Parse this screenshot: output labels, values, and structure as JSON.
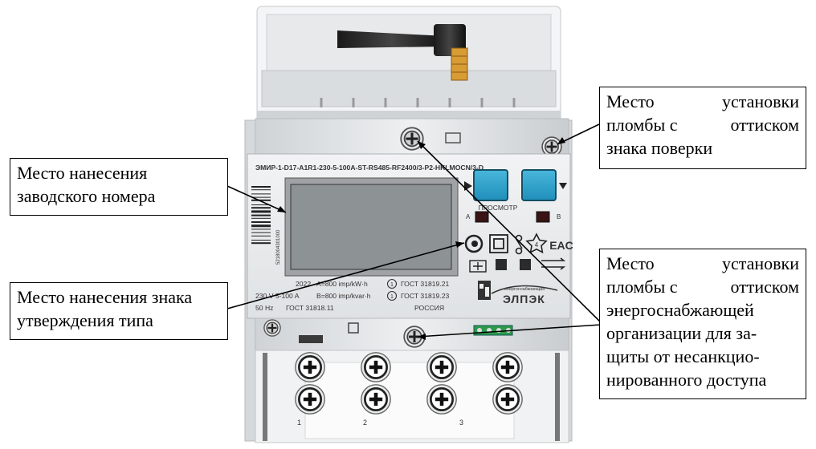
{
  "callouts": {
    "factory_number": {
      "line1": "Место нанесения",
      "line2": "заводского номера"
    },
    "type_approval": {
      "line1": "Место нанесения знака",
      "line2": "утверждения типа"
    },
    "verification_seal": {
      "line1a": "Место",
      "line1b": "установки",
      "line2a": "пломбы с",
      "line2b": "оттиском",
      "line3": "знака поверки"
    },
    "energy_seal": {
      "line1a": "Место",
      "line1b": "установки",
      "line2a": "пломбы с",
      "line2b": "оттиском",
      "line3": "энергоснабжающей",
      "line4": "организации для за-",
      "line5": "щиты от несанкцио-",
      "line6": "нированного доступа"
    }
  },
  "meter": {
    "model": "ЭМИР-1-D17-A1R1-230-5-100А-ST-RS485-RF2400/3-P2-HKLMOCN/3-D",
    "view_label": "ПРОСМОТР",
    "led_a": "А",
    "led_b": "В",
    "year": "2022",
    "const_a": "A=800 imp/kW·h",
    "const_b": "B=800 imp/kvar·h",
    "voltage": "230  V  5-100  A",
    "freq": "50  Hz",
    "gost_main": "ГОСТ 31818.11",
    "gost1": "ГОСТ 31819.21",
    "gost2": "ГОСТ 31819.23",
    "country": "РОССИЯ",
    "brand": "ЭЛПЭК",
    "brand_sub": "энергоснабжающая",
    "eac": "EAC",
    "serial_vertical": "5218004301000",
    "terminals": [
      "1",
      "2",
      "3"
    ]
  }
}
